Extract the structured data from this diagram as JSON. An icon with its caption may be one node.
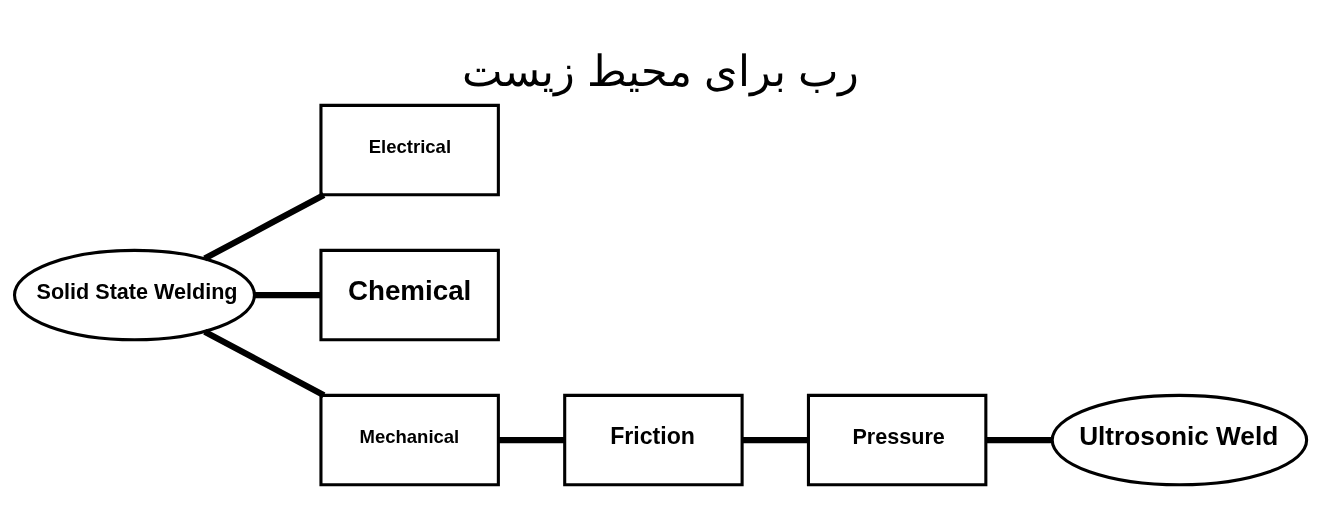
{
  "diagram": {
    "title": "رب برای محیط زیست",
    "nodes": [
      {
        "text": [
          "Solid State Welding"
        ]
      },
      {
        "text": [
          "Electrical"
        ]
      },
      {
        "text": [
          "Chemical"
        ]
      },
      {
        "text": [
          "Mechanical"
        ]
      },
      {
        "text": [
          "Friction"
        ]
      },
      {
        "text": [
          "Pressure"
        ]
      },
      {
        "text": [
          "Ultrosonic Weld"
        ]
      }
    ],
    "edges": [
      {
        "from": 0,
        "to": 1,
        "arrow": "none"
      },
      {
        "from": 0,
        "to": 2,
        "arrow": "none"
      },
      {
        "from": 0,
        "to": 3,
        "arrow": "none"
      },
      {
        "from": 3,
        "to": 4,
        "arrow": "none"
      },
      {
        "from": 4,
        "to": 5,
        "arrow": "none"
      },
      {
        "from": 5,
        "to": 6,
        "arrow": "none"
      }
    ]
  }
}
